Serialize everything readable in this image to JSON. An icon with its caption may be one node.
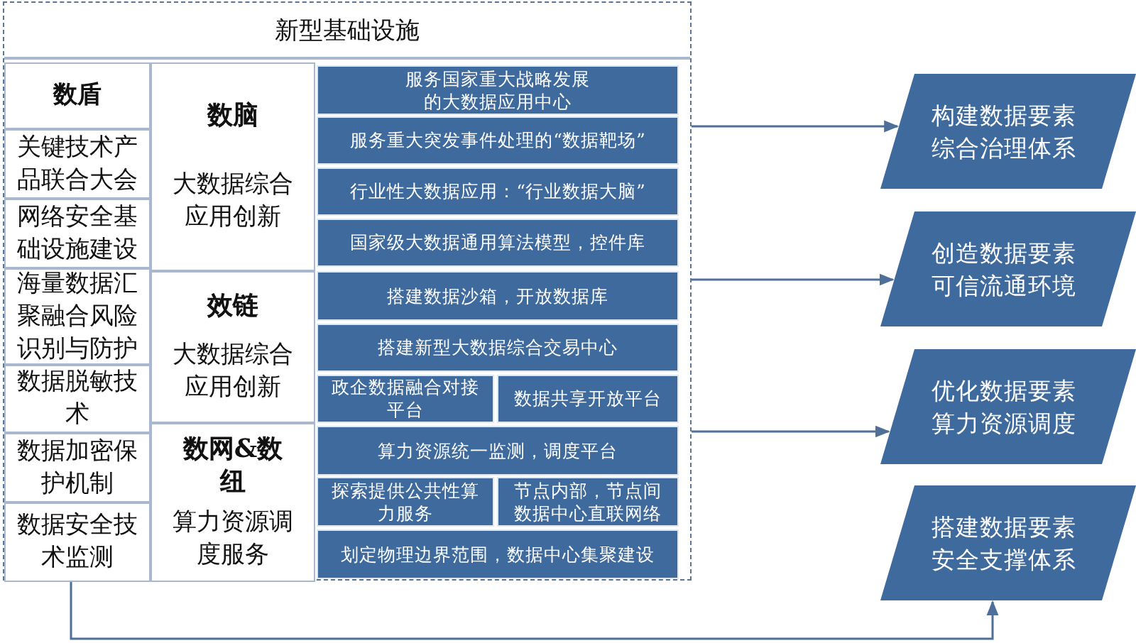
{
  "diagram": {
    "nodes": [
      {
        "text": [
          "新型基础设施"
        ]
      },
      {
        "text": [
          "数盾"
        ],
        "in": 0
      },
      {
        "text": [
          "关键技术产品联合大会"
        ],
        "in": 0
      },
      {
        "text": [
          "网络安全基础设施建设"
        ],
        "in": 0
      },
      {
        "text": [
          "海量数据汇聚融合风险识别与防护"
        ],
        "in": 0
      },
      {
        "text": [
          "数据脱敏技术"
        ],
        "in": 0
      },
      {
        "text": [
          "数据加密保护机制"
        ],
        "in": 0
      },
      {
        "text": [
          "数据安全技术监测"
        ],
        "in": 0
      },
      {
        "text": [
          "数脑",
          "大数据综合应用创新"
        ],
        "in": 0
      },
      {
        "text": [
          "服务国家重大战略发展的大数据应用中心"
        ],
        "in": 0
      },
      {
        "text": [
          "服务重大突发事件处理的“数据靶场”"
        ],
        "in": 0
      },
      {
        "text": [
          "行业性大数据应用：“行业数据大脑”"
        ],
        "in": 0
      },
      {
        "text": [
          "国家级大数据通用算法模型，控件库"
        ],
        "in": 0
      },
      {
        "text": [
          "效链",
          "大数据综合应用创新"
        ],
        "in": 0
      },
      {
        "text": [
          "搭建数据沙箱，开放数据库"
        ],
        "in": 0
      },
      {
        "text": [
          "搭建新型大数据综合交易中心"
        ],
        "in": 0
      },
      {
        "text": [
          "政企数据融合对接平台"
        ],
        "in": 0
      },
      {
        "text": [
          "数据共享开放平台"
        ],
        "in": 0
      },
      {
        "text": [
          "数网&数纽",
          "算力资源调度服务"
        ],
        "in": 0
      },
      {
        "text": [
          "算力资源统一监测，调度平台"
        ],
        "in": 0
      },
      {
        "text": [
          "探索提供公共性算力服务"
        ],
        "in": 0
      },
      {
        "text": [
          "节点内部，节点间数据中心直联网络"
        ],
        "in": 0
      },
      {
        "text": [
          "划定物理边界范围，数据中心集聚建设"
        ],
        "in": 0
      },
      {
        "text": [
          "构建数据要素综合治理体系"
        ]
      },
      {
        "text": [
          "创造数据要素可信流通环境"
        ]
      },
      {
        "text": [
          "优化数据要素算力资源调度"
        ]
      },
      {
        "text": [
          "搭建数据要素安全支撑体系"
        ]
      }
    ],
    "edges": [
      {
        "from": 0,
        "to": 23,
        "arrow": "to"
      },
      {
        "from": 0,
        "to": 24,
        "arrow": "to"
      },
      {
        "from": 0,
        "to": 25,
        "arrow": "to"
      },
      {
        "from": 7,
        "to": 26,
        "arrow": "to"
      }
    ]
  }
}
